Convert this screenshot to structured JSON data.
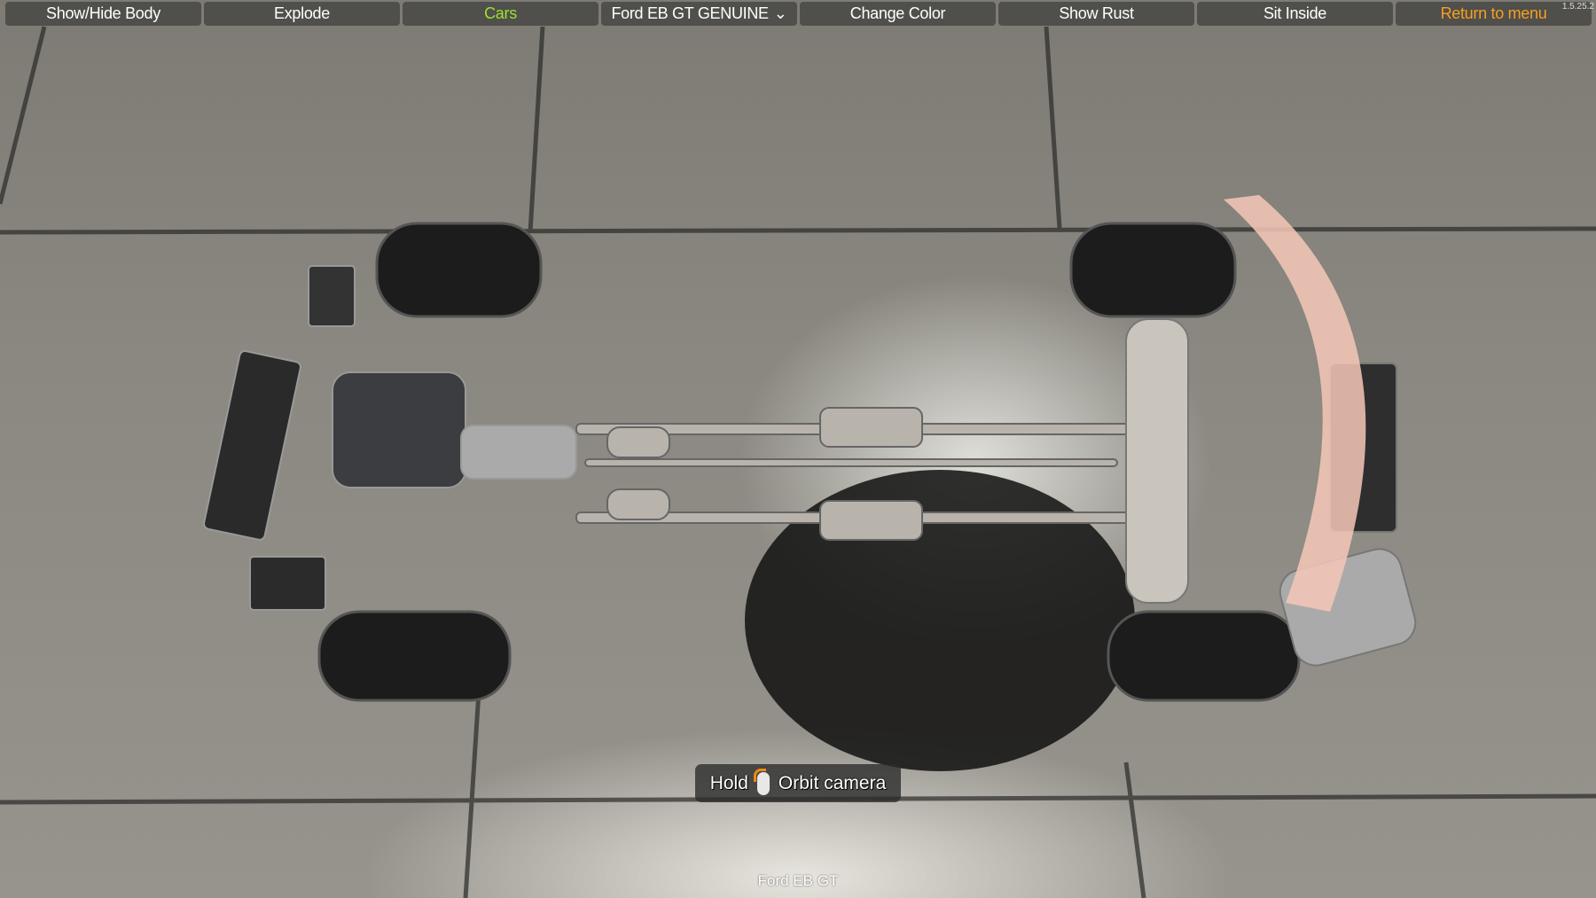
{
  "toolbar": {
    "buttons": [
      {
        "label": "Show/Hide Body"
      },
      {
        "label": "Explode"
      },
      {
        "label": "Cars"
      },
      {
        "label": "Ford EB GT GENUINE"
      },
      {
        "label": "Change Color"
      },
      {
        "label": "Show Rust"
      },
      {
        "label": "Sit Inside"
      },
      {
        "label": "Return to menu"
      }
    ]
  },
  "version": "1.5.25.2",
  "hint": {
    "hold": "Hold",
    "icon": "mouse-left-button-icon",
    "action": "Orbit camera"
  },
  "footer": {
    "car_name": "Ford EB GT"
  },
  "colors": {
    "selected": "#9be22f",
    "menu": "#f5a020"
  }
}
